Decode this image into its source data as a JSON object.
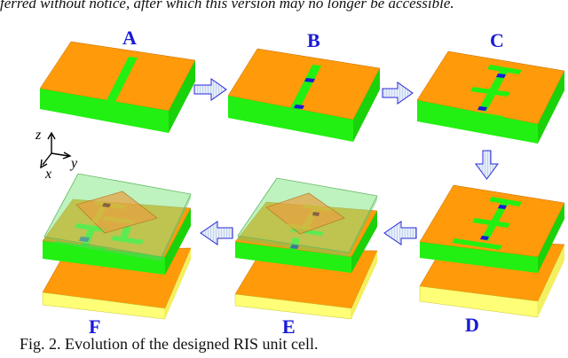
{
  "header": {
    "text": "ferred without notice, after which this version may no longer be accessible."
  },
  "figure": {
    "panels": [
      {
        "id": "A",
        "label": "A",
        "description": "single strip on substrate"
      },
      {
        "id": "B",
        "label": "B",
        "description": "strip with two diodes"
      },
      {
        "id": "C",
        "label": "C",
        "description": "I-shaped strip with cross bar and diodes"
      },
      {
        "id": "D",
        "label": "D",
        "description": "I-shaped cell above ground plane"
      },
      {
        "id": "E",
        "label": "E",
        "description": "cell with rotated patch and cover layer"
      },
      {
        "id": "F",
        "label": "F",
        "description": "final RIS unit cell"
      }
    ],
    "axes": {
      "z": "z",
      "y": "y",
      "x": "x"
    },
    "colors": {
      "copper": "#ff9a0a",
      "substrate": "#22f012",
      "diode": "#1a1ad6",
      "ground": "#ffff77",
      "cover": "#88e888",
      "label": "#1a1ad6",
      "arrow_fill": "#cfe0f5",
      "arrow_stroke": "#2a2ad8"
    }
  },
  "caption": {
    "text": "Fig. 2. Evolution of the designed RIS unit cell."
  }
}
